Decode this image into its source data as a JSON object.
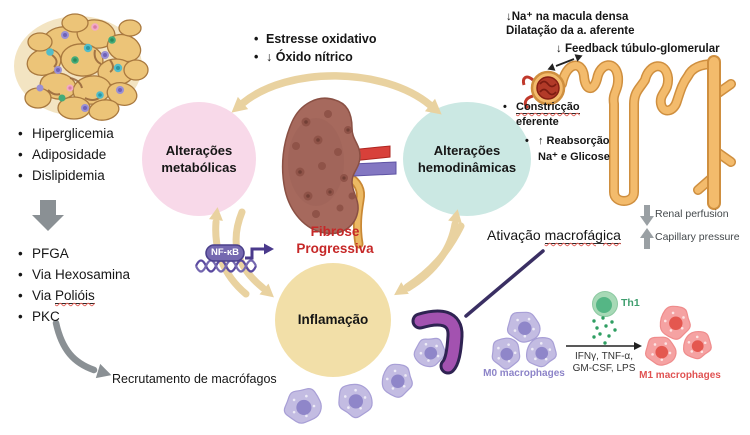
{
  "colors": {
    "metabolic_circle": "#f8d9e9",
    "hemodynamic_circle": "#cbe8e3",
    "inflammation_circle": "#f2dfa8",
    "cycle_arrow": "#e9d2a0",
    "fibrosis_text": "#c62828",
    "gray_arrow": "#8a9094",
    "nfkb_purple": "#7568b0",
    "m0_purple": "#8c83c8",
    "m1_red": "#e05252",
    "th1_green": "#3f9e6e",
    "nephron_orange": "#f0b562",
    "kidney_brown": "#a6695d"
  },
  "left_panel": {
    "risk_factors": [
      "Hiperglicemia",
      "Adiposidade",
      "Dislipidemia"
    ],
    "pathways": [
      {
        "pre": "PFGA",
        "marked": ""
      },
      {
        "pre": "Via Hexosamina",
        "marked": ""
      },
      {
        "pre": "Via ",
        "marked": "Polióis"
      },
      {
        "pre": "PKC",
        "marked": ""
      }
    ],
    "recruitment_label": "Recrutamento de  macrófagos"
  },
  "cycle": {
    "top_bullets": [
      "Estresse oxidativo",
      "↓ Óxido nítrico"
    ],
    "metabolic_label": "Alterações metabólicas",
    "hemodynamic_label": "Alterações hemodinâmicas",
    "inflammation_label": "Inflamação",
    "fibrosis_label": "Fibrose Progressiva",
    "nfkb_label": "NF-κB"
  },
  "hemodynamic_panel": {
    "macula_line": "↓Na⁺ na macula densa",
    "dilation_line": "Dilatação da a. aferente",
    "feedback_line": "↓ Feedback túbulo-glomerular",
    "constriction_marked": "Constricção",
    "constriction_rest": "eferente",
    "reabsorption_line1": "↑ Reabsorção",
    "reabsorption_line2": "Na⁺ e Glicose",
    "renal_perfusion_label": "Renal perfusion",
    "capillary_pressure_label": "Capillary pressure"
  },
  "macrophage_panel": {
    "activation_pre": "Ativação ",
    "activation_marked": "macrofágica",
    "m0_label": "M0 macrophages",
    "m1_label": "M1 macrophages",
    "th1_label": "Th1",
    "cytokines_line1": "IFNγ, TNF-α,",
    "cytokines_line2": "GM-CSF, LPS"
  }
}
